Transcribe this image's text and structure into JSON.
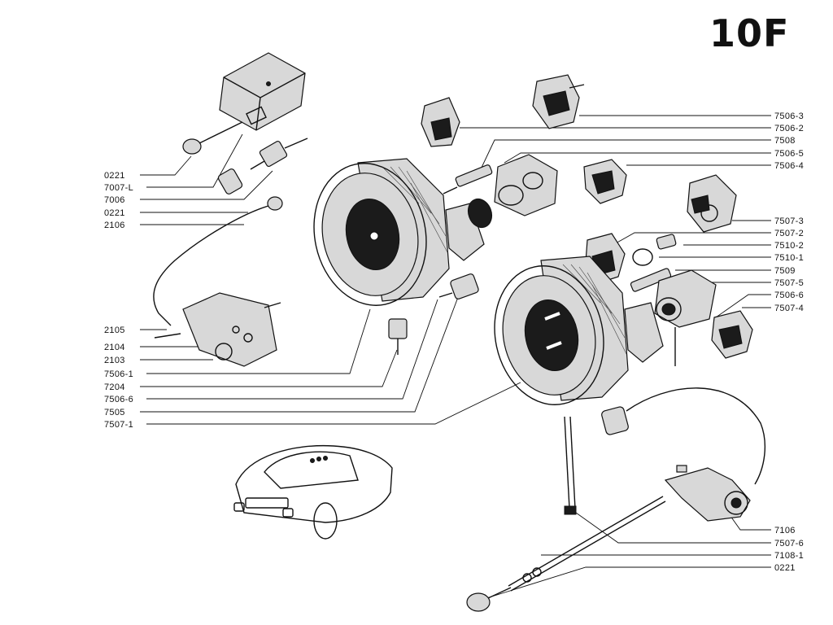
{
  "page_number": "10F",
  "labels_left": [
    "0221",
    "7007-L",
    "7006",
    "0221",
    "2106",
    "2105",
    "2104",
    "2103",
    "7506-1",
    "7204",
    "7506-6",
    "7505",
    "7507-1"
  ],
  "labels_right": [
    "7506-3",
    "7506-2",
    "7508",
    "7506-5",
    "7506-4",
    "7507-3",
    "7507-2",
    "7510-2",
    "7510-1",
    "7509",
    "7507-5",
    "7506-6",
    "7507-4",
    "7106",
    "7507-6",
    "7108-1",
    "0221"
  ]
}
